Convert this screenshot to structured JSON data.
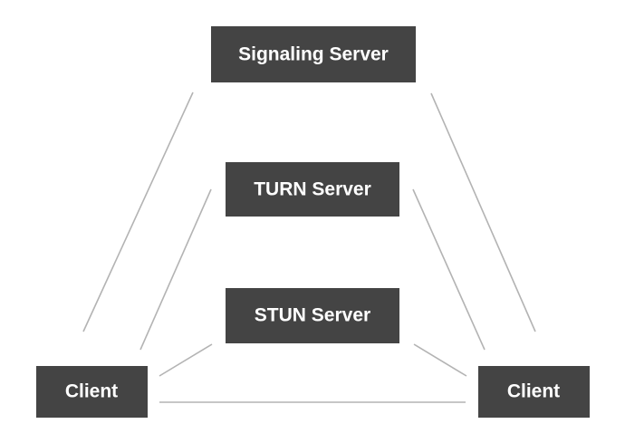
{
  "diagram": {
    "nodes": {
      "signaling_server": "Signaling Server",
      "turn_server": "TURN Server",
      "stun_server": "STUN Server",
      "client_left": "Client",
      "client_right": "Client"
    },
    "colors": {
      "box_fill": "#444444",
      "box_text": "#ffffff",
      "line": "#b3b3b3"
    }
  }
}
